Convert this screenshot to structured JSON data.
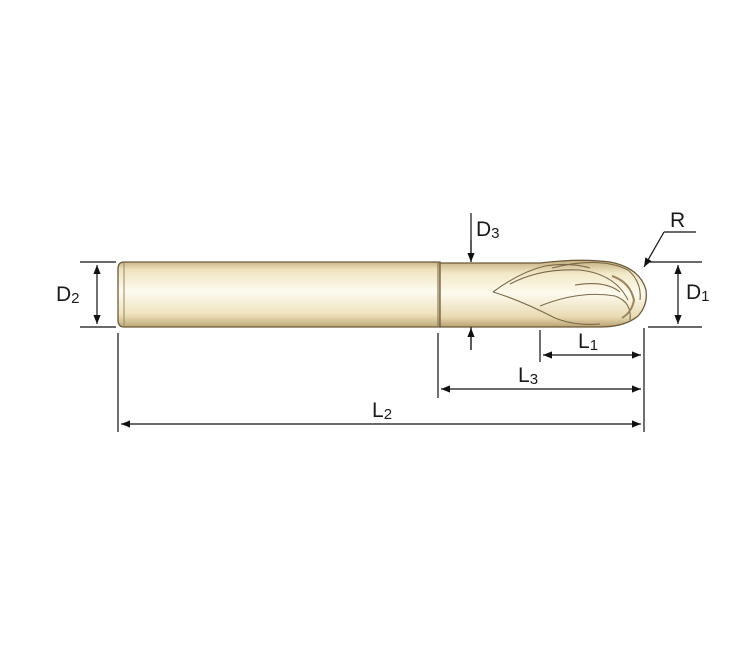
{
  "diagram": {
    "labels": {
      "d1": {
        "main": "D",
        "sub": "1"
      },
      "d2": {
        "main": "D",
        "sub": "2"
      },
      "d3": {
        "main": "D",
        "sub": "3"
      },
      "l1": {
        "main": "L",
        "sub": "1"
      },
      "l2": {
        "main": "L",
        "sub": "2"
      },
      "l3": {
        "main": "L",
        "sub": "3"
      },
      "r": "R"
    },
    "colors": {
      "body_light": "#fdfbf0",
      "body_mid": "#f1e6c4",
      "body_dark": "#c9b58a",
      "outline": "#6b5a3a",
      "dimension": "#111111"
    }
  }
}
